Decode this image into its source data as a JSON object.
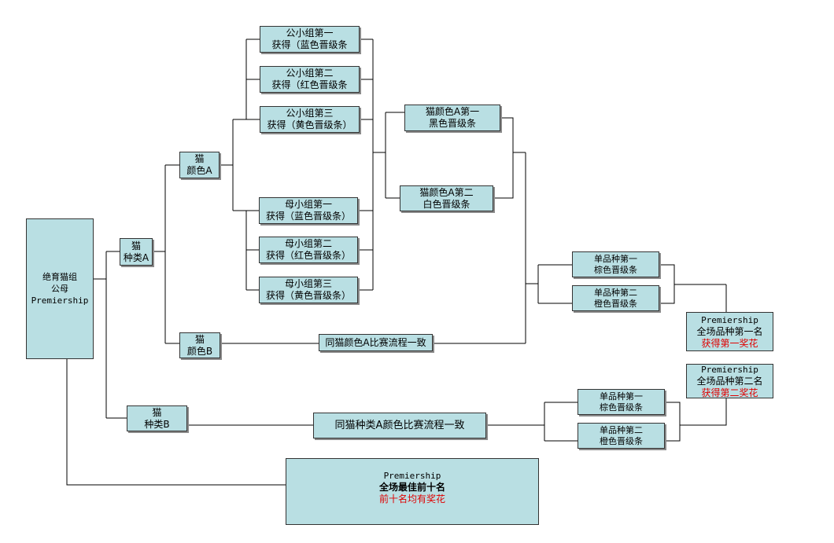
{
  "root": {
    "line1": "绝育猫组",
    "line2": "公母",
    "line3": "Premiership"
  },
  "breed_a": {
    "line1": "猫",
    "line2": "种类A"
  },
  "breed_b": {
    "line1": "猫",
    "line2": "种类B"
  },
  "color_a": {
    "line1": "猫",
    "line2": "颜色A"
  },
  "color_b": {
    "line1": "猫",
    "line2": "颜色B"
  },
  "male_groups": [
    {
      "line1": "公小组第一",
      "line2": "获得（蓝色晋级条"
    },
    {
      "line1": "公小组第二",
      "line2": "获得（红色晋级条"
    },
    {
      "line1": "公小组第三",
      "line2": "获得（黄色晋级条）"
    }
  ],
  "female_groups": [
    {
      "line1": "母小组第一",
      "line2": "获得（蓝色晋级条）"
    },
    {
      "line1": "母小组第二",
      "line2": "获得（红色晋级条）"
    },
    {
      "line1": "母小组第三",
      "line2": "获得（黄色晋级条）"
    }
  ],
  "color_results": [
    {
      "line1": "猫颜色A第一",
      "line2": "黑色晋级条"
    },
    {
      "line1": "猫颜色A第二",
      "line2": "白色晋级条"
    }
  ],
  "same_color_flow": "同猫颜色A比赛流程一致",
  "same_breed_flow": "同猫种类A颜色比赛流程一致",
  "breed_results_a": [
    {
      "line1": "单品种第一",
      "line2": "棕色晋级条"
    },
    {
      "line1": "单品种第二",
      "line2": "橙色晋级条"
    }
  ],
  "breed_results_b": [
    {
      "line1": "单品种第一",
      "line2": "棕色晋级条"
    },
    {
      "line1": "单品种第二",
      "line2": "橙色晋级条"
    }
  ],
  "show_first": {
    "line1": "Premiership",
    "line2": "全场品种第一名",
    "line3": "获得第一奖花"
  },
  "show_second": {
    "line1": "Premiership",
    "line2": "全场品种第二名",
    "line3": "获得第二奖花"
  },
  "top_ten": {
    "line1": "Premiership",
    "line2": "全场最佳前十名",
    "line3": "前十名均有奖花"
  },
  "colors": {
    "box_fill": "#b9dfe3",
    "border": "#333333",
    "award_text": "#e00000"
  }
}
